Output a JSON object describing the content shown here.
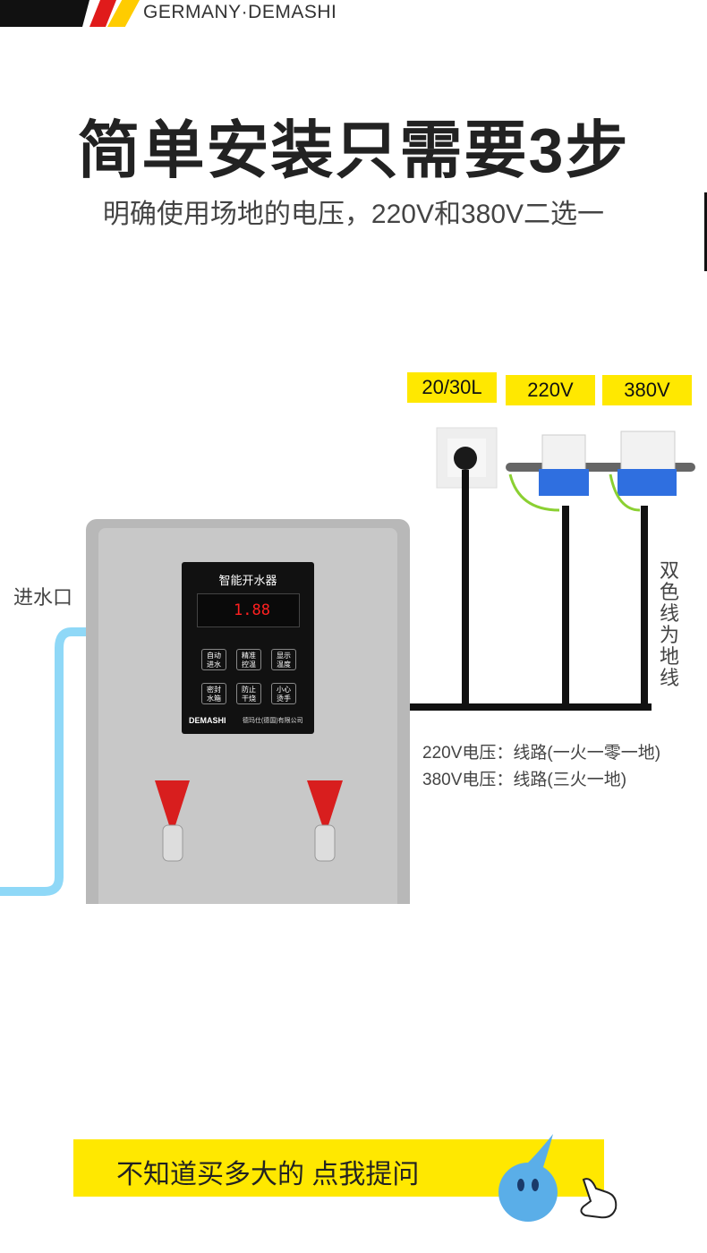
{
  "header": {
    "brand": "GERMANY·DEMASHI",
    "colors": {
      "black": "#111111",
      "red": "#e01b1b",
      "yellow": "#ffcc00"
    }
  },
  "title": "简单安装只需要3步",
  "subtitle": "明确使用场地的电压，220V和380V二选一",
  "tags": [
    "20/30L",
    "220V",
    "380V"
  ],
  "inlet_label": "进水口",
  "ground_label": "双色线为地线",
  "wiring": [
    "220V电压：线路(一火一零一地)",
    "380V电压：线路(三火一地)"
  ],
  "panel": {
    "title": "智能开水器",
    "display": "1.88",
    "buttons": [
      "自动进水",
      "精准控温",
      "显示温度",
      "密封水箱",
      "防止干烧",
      "小心烫手"
    ],
    "logo": "DEMASHI",
    "company": "德玛仕(德国)有限公司"
  },
  "cta": {
    "text": "不知道买多大的 点我提问",
    "accent": "#ffe800"
  }
}
